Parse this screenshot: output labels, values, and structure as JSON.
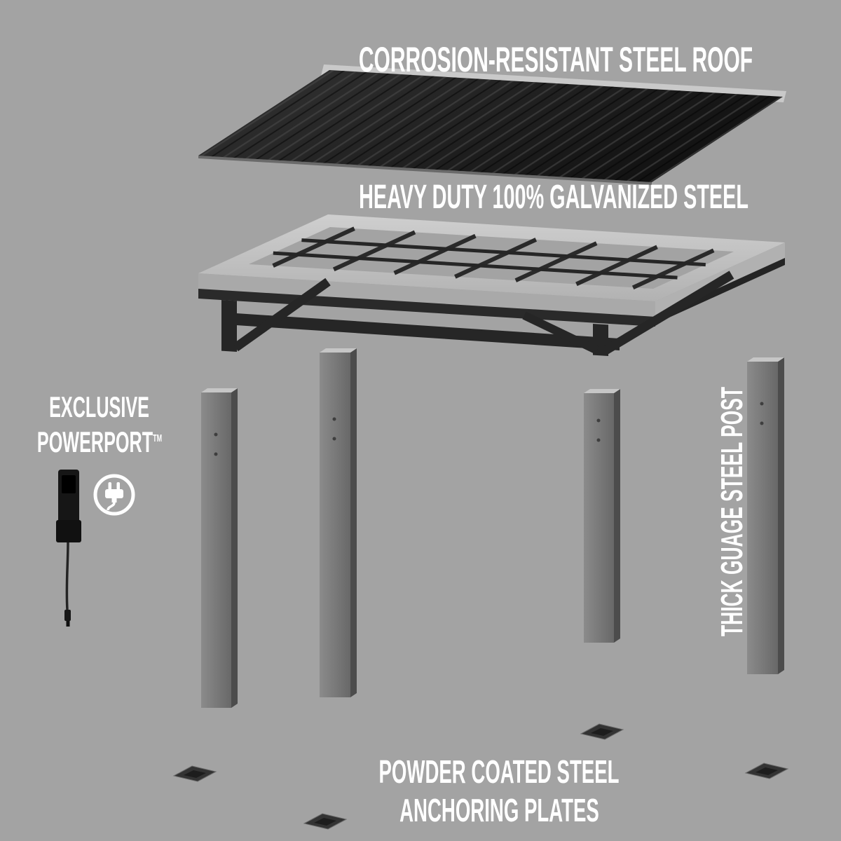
{
  "background": "#a3a3a3",
  "text_color": "#ffffff",
  "labels": {
    "roof": "CORROSION-RESISTANT STEEL ROOF",
    "frame": "HEAVY DUTY 100% GALVANIZED STEEL",
    "powerport_line1": "EXCLUSIVE",
    "powerport_line2": "POWERPORT",
    "powerport_trademark": "TM",
    "post": "THICK GUAGE STEEL POST",
    "anchors_line1": "POWDER COATED STEEL",
    "anchors_line2": "ANCHORING PLATES"
  },
  "icons": {
    "powerport_device": "powerport-device-icon",
    "power_plug": "power-plug-icon"
  },
  "colors": {
    "roof_panel": "#1f1f1f",
    "roof_trim": "#c9c9c9",
    "frame_deck": "#bfbfbf",
    "frame_underside": "#262626",
    "post": "#767676",
    "post_shadow": "#4c4c4c",
    "post_top": "#c6c6c6",
    "anchor_plate": "#333333",
    "device": "#161616"
  },
  "parts": {
    "posts_count": 4,
    "anchor_plates_count": 4
  }
}
